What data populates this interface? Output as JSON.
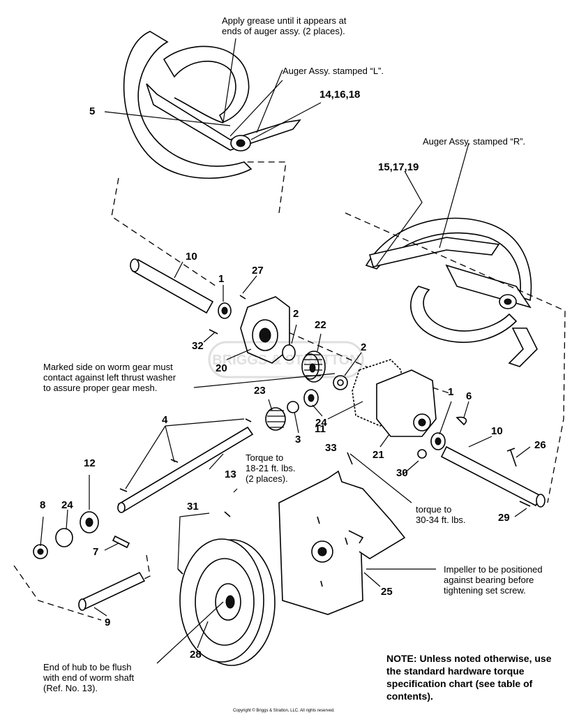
{
  "callouts": {
    "grease": "Apply grease until it appears at\nends of auger assy. (2 places).",
    "auger_l": "Auger Assy. stamped “L”.",
    "auger_r": "Auger Assy. stamped “R”.",
    "worm_gear": "Marked side on worm gear must\ncontact against left thrust washer\nto assure proper gear mesh.",
    "torque_18_21": "Torque to\n18-21 ft. lbs.\n(2 places).",
    "torque_30_34": "torque to\n30-34 ft. lbs.",
    "impeller": "Impeller to be positioned\nagainst bearing before\ntightening set screw.",
    "hub_flush": "End of hub to be flush\nwith end of worm shaft\n(Ref. No. 13)."
  },
  "part_numbers": {
    "p5": "5",
    "p14_16_18": "14,16,18",
    "p15_17_19": "15,17,19",
    "p10_left": "10",
    "p1_left": "1",
    "p27": "27",
    "p2_upper": "2",
    "p22": "22",
    "p32": "32",
    "p20": "20",
    "p2_lower": "2",
    "p23": "23",
    "p24_mid": "24",
    "p3": "3",
    "p11": "11",
    "p21": "21",
    "p1_right": "1",
    "p6": "6",
    "p10_right": "10",
    "p26": "26",
    "p4": "4",
    "p33": "33",
    "p30": "30",
    "p29": "29",
    "p12": "12",
    "p13": "13",
    "p8": "8",
    "p24_left": "24",
    "p7": "7",
    "p31": "31",
    "p9": "9",
    "p25": "25",
    "p28": "28"
  },
  "note": "NOTE: Unless noted otherwise, use the standard hardware torque specification chart (see table of contents).",
  "copyright": "Copyright © Briggs & Stratton, LLC. All rights reserved."
}
